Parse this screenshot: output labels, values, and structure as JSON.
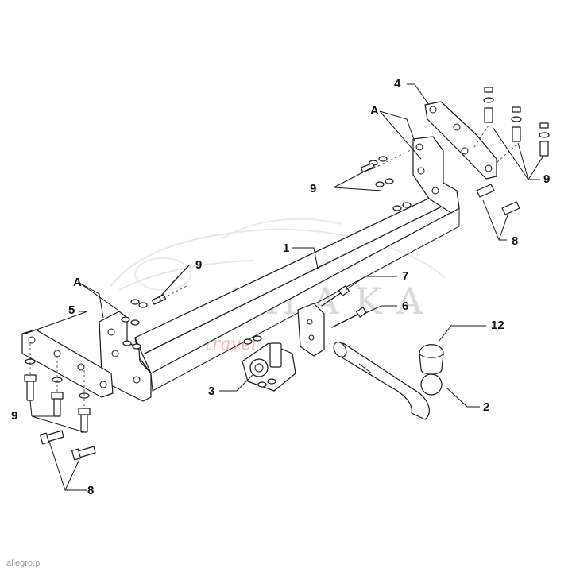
{
  "watermark": {
    "brand": "AHAKA",
    "slogan": "pack and travel"
  },
  "footer": {
    "credit": "allegro.pl"
  },
  "callouts": {
    "n1": "1",
    "n2": "2",
    "n3": "3",
    "n4": "4",
    "n5": "5",
    "n6": "6",
    "n7": "7",
    "n8": "8",
    "n9": "9",
    "n12": "12",
    "a": "A"
  }
}
